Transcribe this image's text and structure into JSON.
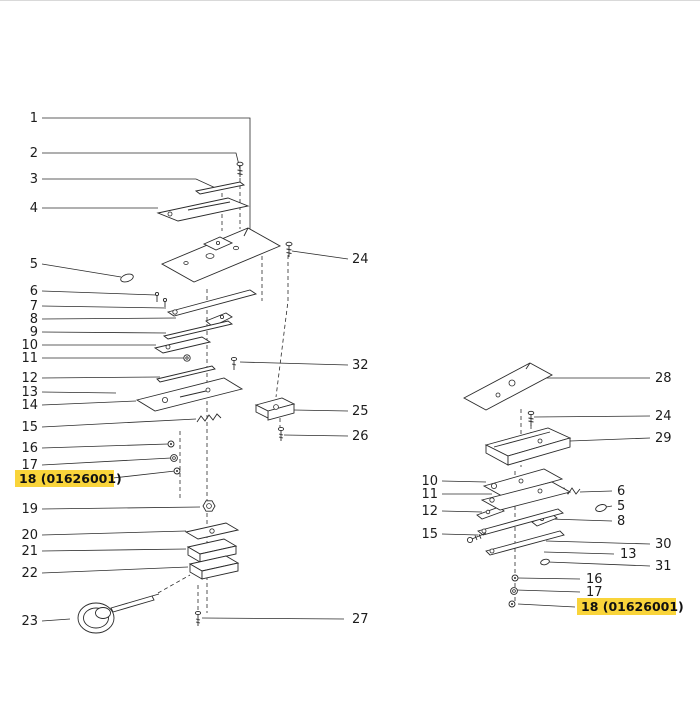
{
  "colors": {
    "background": "#ffffff",
    "line": "#2b2b2b",
    "text": "#1c1c1c",
    "highlight": "#f9d43a"
  },
  "highlighted_part": {
    "number": "18",
    "code": "01626001"
  },
  "labels": [
    {
      "text": "1"
    },
    {
      "text": "2"
    },
    {
      "text": "3"
    },
    {
      "text": "4"
    },
    {
      "text": "5"
    },
    {
      "text": "6"
    },
    {
      "text": "7"
    },
    {
      "text": "8"
    },
    {
      "text": "9"
    },
    {
      "text": "10"
    },
    {
      "text": "11"
    },
    {
      "text": "12"
    },
    {
      "text": "13"
    },
    {
      "text": "14"
    },
    {
      "text": "15"
    },
    {
      "text": "16"
    },
    {
      "text": "17"
    },
    {
      "text": "18 (01626001)"
    },
    {
      "text": "19"
    },
    {
      "text": "20"
    },
    {
      "text": "21"
    },
    {
      "text": "22"
    },
    {
      "text": "23"
    },
    {
      "text": "24"
    },
    {
      "text": "32"
    },
    {
      "text": "25"
    },
    {
      "text": "26"
    },
    {
      "text": "27"
    },
    {
      "text": "28"
    },
    {
      "text": "24"
    },
    {
      "text": "29"
    },
    {
      "text": "6"
    },
    {
      "text": "5"
    },
    {
      "text": "8"
    },
    {
      "text": "30"
    },
    {
      "text": "13"
    },
    {
      "text": "31"
    },
    {
      "text": "16"
    },
    {
      "text": "17"
    },
    {
      "text": "18 (01626001)"
    },
    {
      "text": "10"
    },
    {
      "text": "11"
    },
    {
      "text": "12"
    },
    {
      "text": "15"
    }
  ]
}
